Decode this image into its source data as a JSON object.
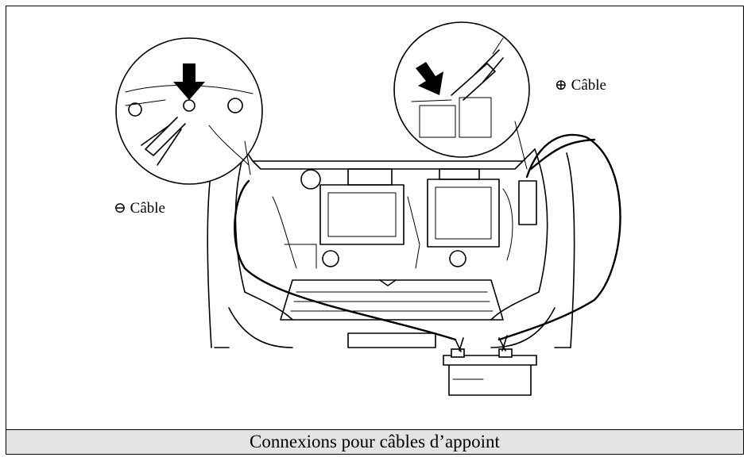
{
  "labels": {
    "negative_cable": "⊖ Câble",
    "positive_cable": "⊕ Câble"
  },
  "caption": "Connexions pour câbles d’appoint"
}
